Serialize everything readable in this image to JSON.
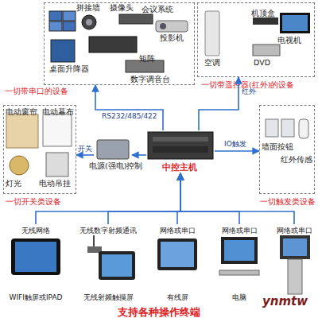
{
  "diagram": {
    "nodes": [
      {
        "text": [
          "拼接墙",
          "摄像头",
          "会议系统",
          "投影机",
          "矩阵",
          "桌面升降器",
          "数字调音台",
          "一切带串口的设备"
        ]
      },
      {
        "text": [
          "机顶盒",
          "电视机",
          "DVD",
          "空调",
          "一切带遥控器(红外)的设备"
        ]
      },
      {
        "text": [
          "电动窗帘",
          "电动幕布",
          "灯光",
          "电动吊挂",
          "一切开关类设备"
        ]
      },
      {
        "text": [
          "墙面按钮",
          "红外传感",
          "一切触发类设备"
        ]
      },
      {
        "text": [
          "中控主机"
        ]
      },
      {
        "text": [
          "电源(强电)控制"
        ]
      },
      {
        "text": [
          "无线网络",
          "WIFI触屏或IPAD"
        ]
      },
      {
        "text": [
          "无线数字射频通讯",
          "无线射频触摸屏"
        ]
      },
      {
        "text": [
          "网络或串口",
          "有线屏"
        ]
      },
      {
        "text": [
          "网络或串口",
          "电脑"
        ]
      },
      {
        "text": [
          "网络或串口"
        ]
      }
    ],
    "edges": [
      {
        "from": 4,
        "to": 0,
        "arrow": "to",
        "label": "RS232/485/422"
      },
      {
        "from": 4,
        "to": 1,
        "arrow": "to",
        "label": "红外"
      },
      {
        "from": 4,
        "to": 5,
        "arrow": "to"
      },
      {
        "from": 5,
        "to": 2,
        "arrow": "to",
        "label": "开关"
      },
      {
        "from": 4,
        "to": 3,
        "arrow": "to",
        "label": "IO触发"
      },
      {
        "from": 6,
        "to": 4,
        "arrow": "to"
      },
      {
        "from": 7,
        "to": 4,
        "arrow": "to"
      },
      {
        "from": 8,
        "to": 4,
        "arrow": "to"
      },
      {
        "from": 9,
        "to": 4,
        "arrow": "to"
      },
      {
        "from": 10,
        "to": 4,
        "arrow": "to"
      }
    ],
    "labels": [
      "支持各种操作终端",
      "ynmtw"
    ]
  }
}
